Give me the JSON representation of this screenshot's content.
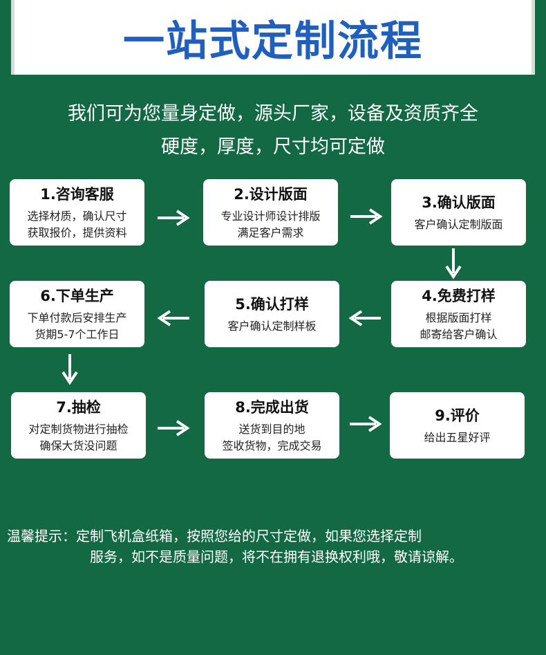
{
  "banner": {
    "title": "一站式定制流程"
  },
  "intro": {
    "line1": "我们可为您量身定做，源头厂家，设备及资质齐全",
    "line2": "硬度，厚度，尺寸均可定做"
  },
  "steps": [
    {
      "title": "1.咨询客服",
      "line1": "选择材质，确认尺寸",
      "line2": "获取报价，提供资料"
    },
    {
      "title": "2.设计版面",
      "line1": "专业设计师设计排版",
      "line2": "满足客户需求"
    },
    {
      "title": "3.确认版面",
      "line1": "客户确认定制版面",
      "line2": ""
    },
    {
      "title": "4.免费打样",
      "line1": "根据版面打样",
      "line2": "邮寄给客户确认"
    },
    {
      "title": "5.确认打样",
      "line1": "客户确认定制样板",
      "line2": ""
    },
    {
      "title": "6.下单生产",
      "line1": "下单付款后安排生产",
      "line2": "货期5-7个工作日"
    },
    {
      "title": "7.抽检",
      "line1": "对定制货物进行抽检",
      "line2": "确保大货没问题"
    },
    {
      "title": "8.完成出货",
      "line1": "送货到目的地",
      "line2": "签收货物，完成交易"
    },
    {
      "title": "9.评价",
      "line1": "给出五星好评",
      "line2": ""
    }
  ],
  "notice": {
    "line1": "温馨提示：定制飞机盒纸箱，按照您给的尺寸定做，如果您选择定制",
    "line2": "服务，如不是质量问题，将不在拥有退换权利哦，敬请谅解。"
  },
  "colors": {
    "background": "#136943",
    "title": "#1f5fbf",
    "card": "#ffffff"
  },
  "icons": [
    "arrow-right-icon",
    "arrow-left-icon",
    "arrow-down-icon"
  ]
}
